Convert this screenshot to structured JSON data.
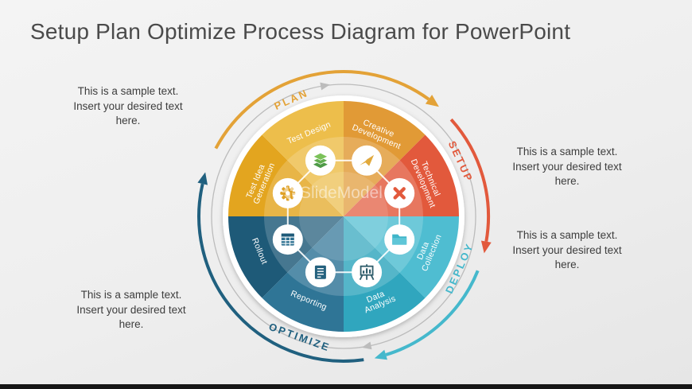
{
  "slide": {
    "title": "Setup Plan Optimize Process Diagram for PowerPoint"
  },
  "watermark": {
    "text": "SlideModel"
  },
  "diagram": {
    "ring_color": "#BCBCBC"
  },
  "stages": [
    {
      "label": "PLAN",
      "color": "#E3A237"
    },
    {
      "label": "SETUP",
      "color": "#E2593C"
    },
    {
      "label": "DEPLOY",
      "color": "#45B8CC"
    },
    {
      "label": "OPTIMIZE",
      "color": "#20607F"
    }
  ],
  "segments": [
    {
      "label": "Test Idea Generation",
      "lines": [
        "Test Idea",
        "Generation"
      ],
      "color": "#E3A51F",
      "icon": "gear-icon"
    },
    {
      "label": "Test Design",
      "lines": [
        "Test Design"
      ],
      "color": "#EDBE4B",
      "icon": "layers-icon"
    },
    {
      "label": "Creative Development",
      "lines": [
        "Creative",
        "Development"
      ],
      "color": "#E19A36",
      "icon": "origami-bird-icon"
    },
    {
      "label": "Technical Development",
      "lines": [
        "Technical",
        "Development"
      ],
      "color": "#E2593C",
      "icon": "crossed-tools-icon"
    },
    {
      "label": "Data Collection",
      "lines": [
        "Data",
        "Collection"
      ],
      "color": "#4FBDD1",
      "icon": "folder-icon"
    },
    {
      "label": "Data Analysis",
      "lines": [
        "Data",
        "Analysis"
      ],
      "color": "#30A6BE",
      "icon": "easel-chart-icon"
    },
    {
      "label": "Reporting",
      "lines": [
        "Reporting"
      ],
      "color": "#2F7596",
      "icon": "report-book-icon"
    },
    {
      "label": "Rollout",
      "lines": [
        "Rollout"
      ],
      "color": "#1E5A78",
      "icon": "spreadsheet-icon"
    }
  ],
  "annotations": [
    {
      "id": "top-left",
      "text": "This is a sample text. Insert your desired text here."
    },
    {
      "id": "right-upper",
      "text": "This is a sample text. Insert your desired text here."
    },
    {
      "id": "right-lower",
      "text": "This is a sample text. Insert your desired text here."
    },
    {
      "id": "bottom-left",
      "text": "This is a sample text. Insert your desired text here."
    }
  ]
}
